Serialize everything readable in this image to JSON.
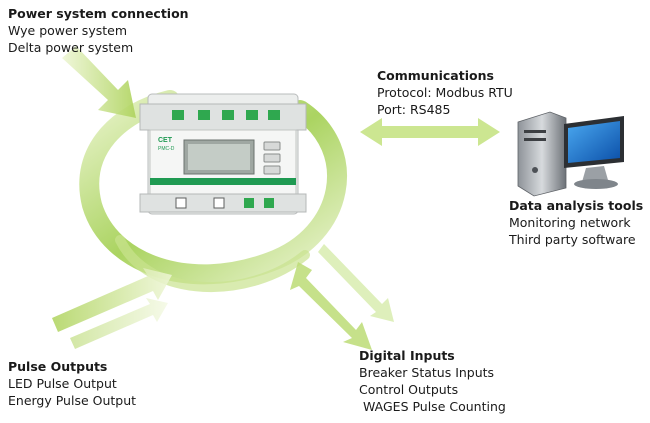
{
  "power": {
    "title": "Power system connection",
    "lines": [
      "Wye power system",
      "Delta power system"
    ]
  },
  "communications": {
    "title": "Communications",
    "lines": [
      "Protocol: Modbus RTU",
      "Port: RS485"
    ]
  },
  "data_tools": {
    "title": "Data analysis tools",
    "lines": [
      "Monitoring network",
      "Third party software"
    ]
  },
  "pulse": {
    "title": "Pulse  Outputs",
    "lines": [
      "LED Pulse Output",
      "Energy Pulse Output"
    ]
  },
  "digital": {
    "title": "Digital Inputs",
    "lines": [
      "Breaker Status Inputs",
      "Control Outputs",
      " WAGES Pulse Counting"
    ]
  },
  "meter": {
    "brand": "CET",
    "model": "PMC-D"
  },
  "colors": {
    "arrow_green": "#b6d86a",
    "swirl_green": "#8cc63f",
    "meter_band": "#1f9a52",
    "terminal_green": "#2fa84f"
  }
}
